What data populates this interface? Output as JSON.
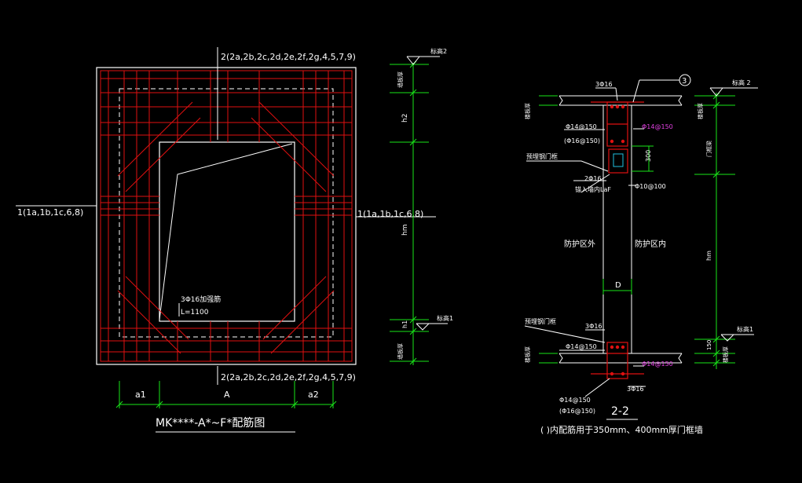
{
  "drawing": {
    "title": "MK****-A*~F*配筋图",
    "labels": {
      "top_rebar": "2(2a,2b,2c,2d,2e,2f,2g,4,5,7,9)",
      "bottom_rebar": "2(2a,2b,2c,2d,2e,2f,2g,4,5,7,9)",
      "left_rebar": "1(1a,1b,1c,6,8)",
      "right_rebar": "1(1a,1b,1c,6,8)",
      "diag_bar": "3Φ16加强筋",
      "diag_len": "L=1100"
    },
    "dimensions": {
      "a1": "a1",
      "A": "A",
      "a2": "a2",
      "h2": "h2",
      "hm": "hm",
      "h1": "h1"
    },
    "elevations": {
      "top": "标高2",
      "bottom": "标高1",
      "top_mark_1": "墙板厚",
      "bottom_mark_1": "墙板厚"
    }
  },
  "section": {
    "title": "2-2",
    "note": "( )内配筋用于350mm、400mm厚门框墙",
    "callout": "3",
    "labels": {
      "top_bar": "3Φ16",
      "stirrup_top_1": "Φ14@150",
      "stirrup_top_2": "(Φ16@150)",
      "stirrup_top_right": "Φ14@150",
      "hook": "预埋钢门框",
      "beam_bar": "2Φ16",
      "anchor": "锚入墙内LaF",
      "stirrup_dim": "300",
      "tie": "Φ10@100",
      "outside": "防护区外",
      "inside": "防护区内",
      "D": "D",
      "frame_bottom": "预埋钢门框",
      "bottom_bar": "3Φ16",
      "stirrup_bot_1": "Φ14@150",
      "stirrup_bot_right": "Φ14@150",
      "bottom_bar_2": "3Φ16",
      "stirrup_bot_3": "Φ14@150",
      "stirrup_bot_4": "(Φ16@150)",
      "left_thk": "楼板厚",
      "left_thk_bot": "楼板厚",
      "elev_top": "标高 2",
      "elev_bottom": "标高1",
      "dim_right_top": "门框梁",
      "dim_right_mid": "hm",
      "dim_right_bot": "150",
      "right_thk_top": "楼板厚",
      "right_thk_bot": "楼板厚"
    }
  },
  "colors": {
    "background": "#000000",
    "frame": "#ffffff",
    "rebar": "#e01010",
    "dimension": "#19e619",
    "highlight": "#e040e0"
  }
}
